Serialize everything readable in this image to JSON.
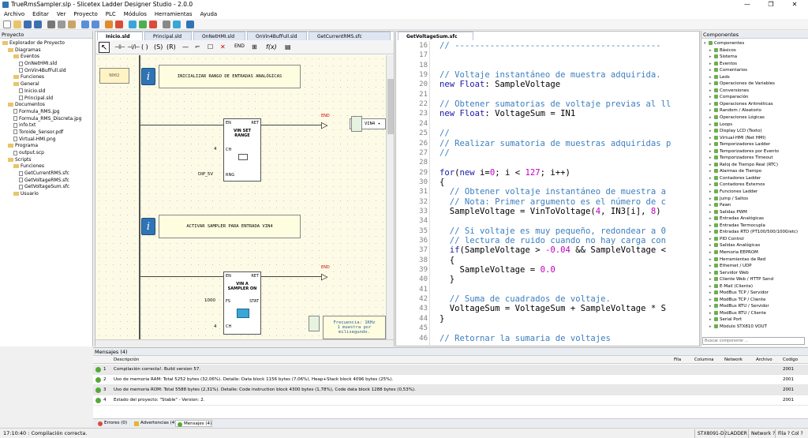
{
  "window": {
    "title": "TrueRmsSampler.slp - Slicetex Ladder Designer Studio - 2.0.0",
    "min": "—",
    "max": "❐",
    "close": "✕"
  },
  "menu": [
    "Archivo",
    "Editar",
    "Ver",
    "Proyecto",
    "PLC",
    "Módulos",
    "Herramientas",
    "Ayuda"
  ],
  "project_panel": {
    "title": "Proyecto",
    "tree": [
      {
        "label": "Explorador de Proyecto",
        "indent": 0,
        "kind": "root"
      },
      {
        "label": "Diagramas",
        "indent": 1,
        "kind": "folder"
      },
      {
        "label": "Eventos",
        "indent": 2,
        "kind": "folder"
      },
      {
        "label": "OnNetHMI.sld",
        "indent": 3,
        "kind": "file"
      },
      {
        "label": "OnVin4BufFull.sld",
        "indent": 3,
        "kind": "file"
      },
      {
        "label": "Funciones",
        "indent": 2,
        "kind": "folder"
      },
      {
        "label": "General",
        "indent": 2,
        "kind": "folder"
      },
      {
        "label": "Inicio.sld",
        "indent": 3,
        "kind": "file"
      },
      {
        "label": "Principal.sld",
        "indent": 3,
        "kind": "file"
      },
      {
        "label": "Documentos",
        "indent": 1,
        "kind": "folder"
      },
      {
        "label": "Formula_RMS.jpg",
        "indent": 2,
        "kind": "file"
      },
      {
        "label": "Formula_RMS_Discreta.jpg",
        "indent": 2,
        "kind": "file"
      },
      {
        "label": "info.txt",
        "indent": 2,
        "kind": "file"
      },
      {
        "label": "Toroide_Sensor.pdf",
        "indent": 2,
        "kind": "file"
      },
      {
        "label": "Virtual-HMI.png",
        "indent": 2,
        "kind": "file"
      },
      {
        "label": "Programa",
        "indent": 1,
        "kind": "folder"
      },
      {
        "label": "output.scp",
        "indent": 2,
        "kind": "file"
      },
      {
        "label": "Scripts",
        "indent": 1,
        "kind": "folder"
      },
      {
        "label": "Funciones",
        "indent": 2,
        "kind": "folder"
      },
      {
        "label": "GetCurrentRMS.sfc",
        "indent": 3,
        "kind": "file"
      },
      {
        "label": "GetVoltageRMS.sfc",
        "indent": 3,
        "kind": "file"
      },
      {
        "label": "GetVoltageSum.sfc",
        "indent": 3,
        "kind": "file"
      },
      {
        "label": "Usuario",
        "indent": 2,
        "kind": "folder"
      }
    ]
  },
  "ladder_tabs": [
    "Inicio.sld",
    "Principal.sld",
    "OnNetHMI.sld",
    "OnVin4BufFull.sld",
    "GetCurrentRMS.sfc"
  ],
  "ladder": {
    "node_label": "N002",
    "note1": "INICIALIZAR RANGO DE ENTRADAS ANALÓGICAS",
    "note2": "ACTIVAR SAMPLER PARA ENTRADA VIN4",
    "note3": "Frecuencia: 1KHz\n1 muestra por\nmilisegundo.",
    "block1": {
      "en": "EN",
      "ret": "RET",
      "title": "VIN SET\nRANGE",
      "ch": "CH",
      "rng": "RNG",
      "ch_val": "4",
      "rng_val": "DIP_5V"
    },
    "block2": {
      "en": "EN",
      "ret": "RET",
      "title": "VIN A\nSAMPLER ON",
      "fs": "FS",
      "stat": "STAT",
      "ch": "CH",
      "fs_val": "1000",
      "ch_val": "4"
    },
    "end_label": "END",
    "vin_call": "VIN4 ◂"
  },
  "code_tab": "GetVoltageSum.sfc",
  "code_lines": [
    {
      "n": "16",
      "html": "<span class='cm'>// -----------------------------------------</span>"
    },
    {
      "n": "17",
      "html": ""
    },
    {
      "n": "18",
      "html": ""
    },
    {
      "n": "19",
      "html": "<span class='cm'>// Voltaje instantáneo de muestra adquirida.</span>"
    },
    {
      "n": "20",
      "html": "<span class='kw'>new</span> <span class='ty'>Float</span>: SampleVoltage"
    },
    {
      "n": "21",
      "html": ""
    },
    {
      "n": "22",
      "html": "<span class='cm'>// Obtener sumatorias de voltaje previas al ll</span>"
    },
    {
      "n": "23",
      "html": "<span class='kw'>new</span> <span class='ty'>Float</span>: VoltageSum = IN1"
    },
    {
      "n": "24",
      "html": ""
    },
    {
      "n": "25",
      "html": "<span class='cm'>//</span>"
    },
    {
      "n": "26",
      "html": "<span class='cm'>// Realizar sumatoria de muestras adquiridas p</span>"
    },
    {
      "n": "27",
      "html": "<span class='cm'>//</span>"
    },
    {
      "n": "28",
      "html": ""
    },
    {
      "n": "29",
      "html": "<span class='kw'>for</span>(<span class='kw'>new</span> i=<span class='num'>0</span>; i &lt; <span class='num'>127</span>; i++)"
    },
    {
      "n": "30",
      "html": "{"
    },
    {
      "n": "31",
      "html": "  <span class='cm'>// Obtener voltaje instantáneo de muestra a</span>"
    },
    {
      "n": "32",
      "html": "  <span class='cm'>// Nota: Primer argumento es el número de c</span>"
    },
    {
      "n": "33",
      "html": "  SampleVoltage = VinToVoltage(<span class='num'>4</span>, IN3[i], <span class='num'>8</span>)"
    },
    {
      "n": "34",
      "html": ""
    },
    {
      "n": "35",
      "html": "  <span class='cm'>// Si voltaje es muy pequeño, redondear a 0</span>"
    },
    {
      "n": "36",
      "html": "  <span class='cm'>// lectura de ruido cuando no hay carga con</span>"
    },
    {
      "n": "37",
      "html": "  <span class='kw'>if</span>(SampleVoltage &gt; <span class='num'>-0.04</span> &amp;&amp; SampleVoltage &lt;"
    },
    {
      "n": "38",
      "html": "  {"
    },
    {
      "n": "39",
      "html": "    SampleVoltage = <span class='num'>0.0</span>"
    },
    {
      "n": "40",
      "html": "  }"
    },
    {
      "n": "41",
      "html": ""
    },
    {
      "n": "42",
      "html": "  <span class='cm'>// Suma de cuadrados de voltaje.</span>"
    },
    {
      "n": "43",
      "html": "  VoltageSum = VoltageSum + SampleVoltage * S"
    },
    {
      "n": "44",
      "html": "}"
    },
    {
      "n": "45",
      "html": ""
    },
    {
      "n": "46",
      "html": "<span class='cm'>// Retornar la sumaria de voltajes</span>"
    }
  ],
  "components": {
    "title": "Componentes",
    "search_placeholder": "Buscar componente ...",
    "items": [
      "Componentes",
      "Básicos",
      "Sistema",
      "Eventos",
      "Comentarios",
      "Leds",
      "Operaciones de Variables",
      "Conversiones",
      "Comparación",
      "Operaciones Aritméticas",
      "Random / Aleatorio",
      "Operaciones Lógicas",
      "Loops",
      "Display LCD (Texto)",
      "Virtual-HMI (Net HMI)",
      "Temporizadores Ladder",
      "Temporizadores por Evento",
      "Temporizadores Timeout",
      "Reloj de Tiempo Real (RTC)",
      "Alarmas de Tiempo",
      "Contadores Ladder",
      "Contadores Externos",
      "Funciones Ladder",
      "Jump / Saltos",
      "Pawn",
      "Salidas PWM",
      "Entradas Analógicas",
      "Entradas Termocupla",
      "Entradas RTD (PT100/500/1000/etc)",
      "PID Control",
      "Salidas Analógicas",
      "Memoria EEPROM",
      "Herramientas de Red",
      "Ethernet / UDP",
      "Servidor Web",
      "Cliente Web / HTTP Send",
      "E-Mail (Cliente)",
      "ModBus TCP / Servidor",
      "ModBus TCP / Cliente",
      "ModBus RTU / Servidor",
      "ModBus RTU / Cliente",
      "Serial Port",
      "Módulo STX810 VOUT"
    ]
  },
  "messages": {
    "title": "Mensajes (4)",
    "columns": [
      "Descripción",
      "Fila",
      "Columna",
      "Network",
      "Archivo",
      "Codigo"
    ],
    "rows": [
      {
        "n": "1",
        "desc": "Compilación correcta!. Build version 57.",
        "code": "2001"
      },
      {
        "n": "2",
        "desc": "Uso de memoria RAM: Total 5252 bytes (32,06%). Detalle: Data block 1156 bytes (7,06%), Heap+Stack block 4096 bytes (25%).",
        "code": "2001"
      },
      {
        "n": "3",
        "desc": "Uso de memoria ROM: Total 5588 bytes (2,31%). Detalle: Code instruction block 4300 bytes (1,78%), Code data block 1288 bytes (0,53%).",
        "code": "2001"
      },
      {
        "n": "4",
        "desc": "Estado del proyecto: \"Stable\" - Version: 2.",
        "code": "2001"
      }
    ]
  },
  "bottom_tabs": [
    "Errores (0)",
    "Advertencias (4)",
    "Mensajes (4)"
  ],
  "status": {
    "time": "17:10:40 : Compilación correcta.",
    "device": "STX8091-D2",
    "mode": "LADDER",
    "network": "Network ?",
    "file": "Fila ? Col ?"
  }
}
